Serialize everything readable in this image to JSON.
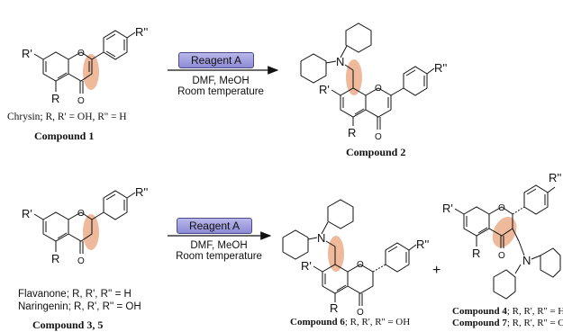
{
  "row1": {
    "reagent_label": "Reagent A",
    "conditions": [
      "DMF, MeOH",
      "Room temperature"
    ],
    "start_caption": "Chrysin; R, R' = OH, R'' = H",
    "start_compound": "Compound 1",
    "product_compound": "Compound 2"
  },
  "row2": {
    "reagent_label": "Reagent A",
    "conditions": [
      "DMF, MeOH",
      "Room temperature"
    ],
    "start_captions": [
      "Flavanone; R, R', R'' = H",
      "Naringenin; R, R', R'' = OH"
    ],
    "start_compound": "Compound 3, 5",
    "product6_caption": "Compound 6; R, R', R'' = OH",
    "product6_label": "Compound 6",
    "product6_rest": "; R, R', R'' = OH",
    "plus": "+",
    "product4_label": "Compound 4",
    "product4_rest": "; R, R', R'' = H",
    "product7_label": "Compound 7",
    "product7_rest": "; R, R', R'' = OH"
  },
  "labels": {
    "R": "R",
    "R1": "R'",
    "R2": "R''",
    "O": "O",
    "N": "N"
  },
  "colors": {
    "highlight": "#e9a27a",
    "reagent_fill": "#9e9be0",
    "line": "#111111"
  }
}
